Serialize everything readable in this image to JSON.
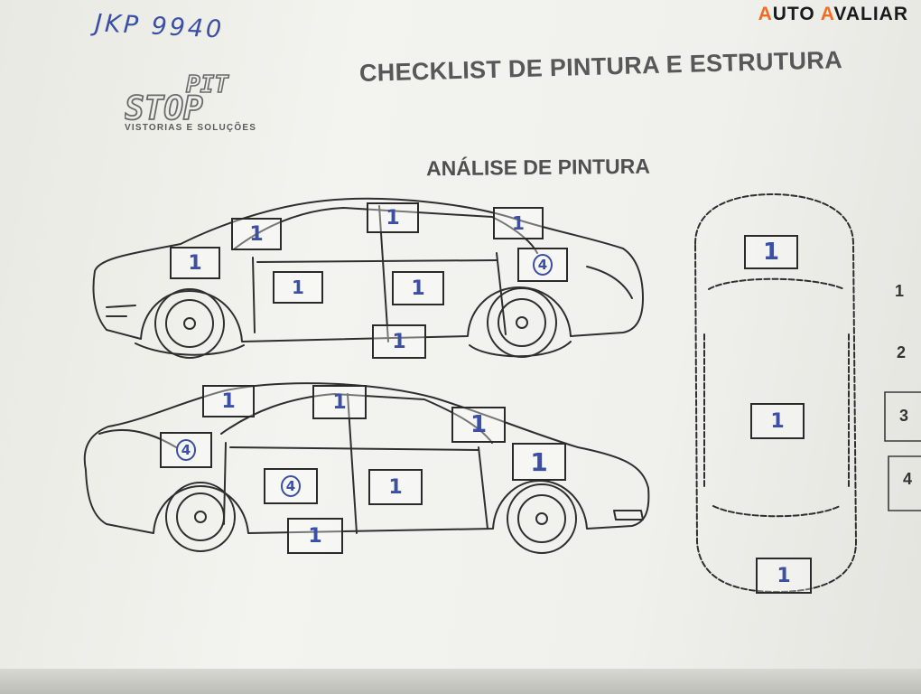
{
  "handwritten_note": "JKP 9940",
  "handwritten_note_top": "",
  "brand": {
    "prefix": "A",
    "mid": "UTO ",
    "accent2": "A",
    "rest": "VALIAR"
  },
  "logo": {
    "text_top": "PIT",
    "text_bottom": "STOP",
    "caption": "VISTORIAS E SOLUÇÕES"
  },
  "title": "CHECKLIST DE PINTURA E ESTRUTURA",
  "subtitle": "ANÁLISE DE PINTURA",
  "legend_numbers": [
    "1",
    "2",
    "3",
    "4"
  ],
  "marks": {
    "car_right": [
      "1",
      "1",
      "1",
      "1",
      "4",
      "1",
      "1",
      "1"
    ],
    "car_left": [
      "1",
      "1",
      "1",
      "4",
      "4",
      "1",
      "1",
      "1"
    ],
    "car_top": [
      "1",
      "1",
      "1"
    ]
  },
  "colors": {
    "ink": "#3b4fa6",
    "brand_accent": "#f26b21",
    "print": "#2a2a2a"
  }
}
